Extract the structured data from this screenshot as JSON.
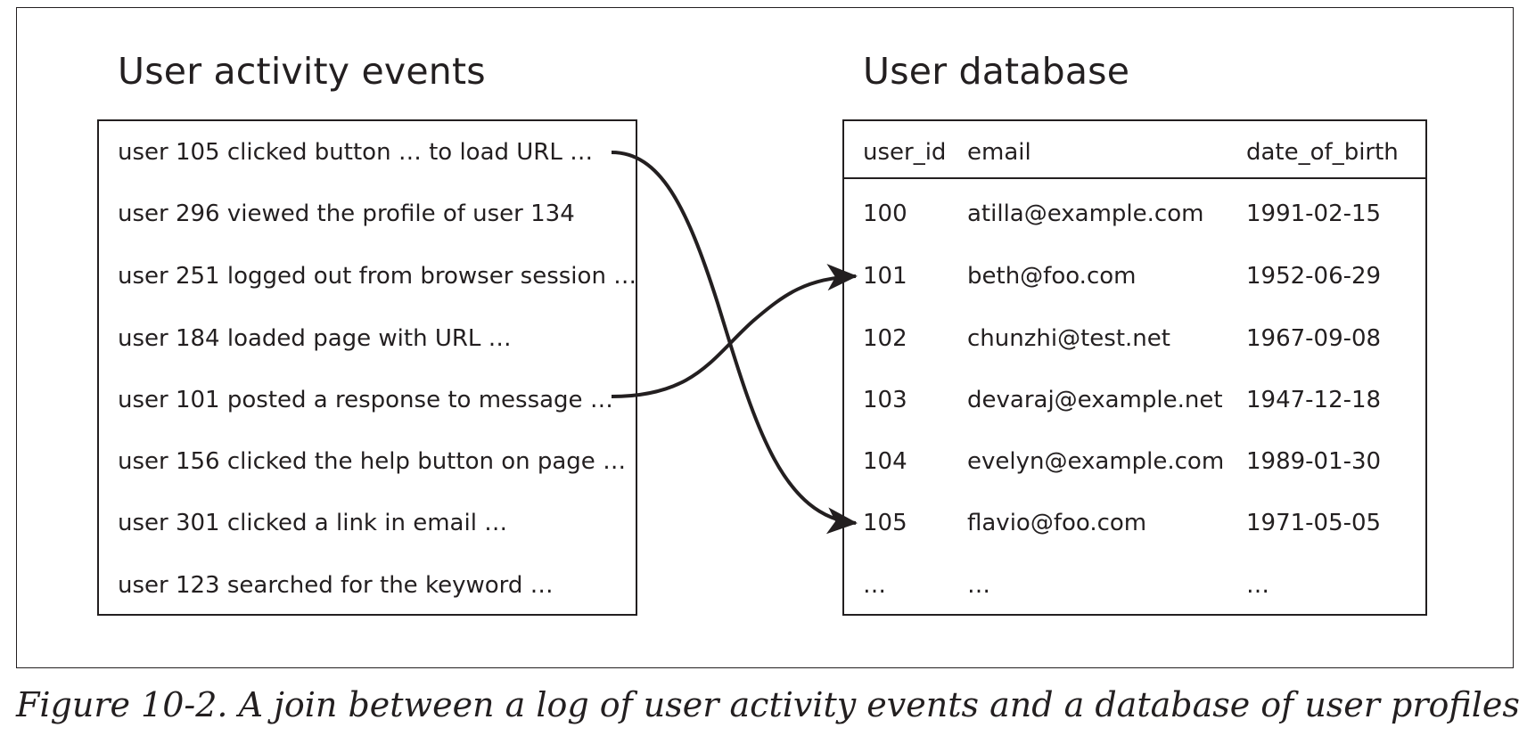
{
  "events": {
    "title": "User activity events",
    "rows": [
      "user 105 clicked button … to load URL …",
      "user 296 viewed the profile of user 134",
      "user 251 logged out from browser session …",
      "user 184 loaded page with URL …",
      "user 101 posted a response to message …",
      "user 156 clicked the help button on page …",
      "user 301 clicked a link in email …",
      "user 123 searched for the keyword …"
    ]
  },
  "database": {
    "title": "User database",
    "columns": [
      "user_id",
      "email",
      "date_of_birth"
    ],
    "rows": [
      [
        "100",
        "atilla@example.com",
        "1991-02-15"
      ],
      [
        "101",
        "beth@foo.com",
        "1952-06-29"
      ],
      [
        "102",
        "chunzhi@test.net",
        "1967-09-08"
      ],
      [
        "103",
        "devaraj@example.net",
        "1947-12-18"
      ],
      [
        "104",
        "evelyn@example.com",
        "1989-01-30"
      ],
      [
        "105",
        "flavio@foo.com",
        "1971-05-05"
      ],
      [
        "…",
        "…",
        "…"
      ]
    ]
  },
  "links": [
    {
      "from_event": "user 105 clicked button … to load URL …",
      "to_user_id": "105"
    },
    {
      "from_event": "user 101 posted a response to message …",
      "to_user_id": "101"
    }
  ],
  "colors": {
    "ink": "#231f20",
    "background": "#ffffff"
  },
  "caption": "Figure 10-2. A join between a log of user activity events and a database of user profiles."
}
